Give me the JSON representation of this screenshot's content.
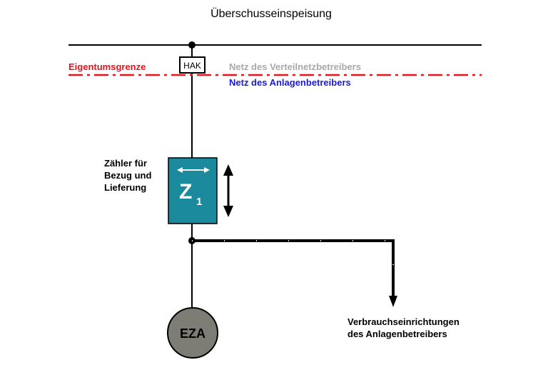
{
  "title": "Überschusseinspeisung",
  "labels": {
    "eigentumsgrenze": "Eigentumsgrenze",
    "hak": "HAK",
    "netz_vnb": "Netz des Verteilnetzbetreibers",
    "netz_ab": "Netz des Anlagenbetreibers",
    "zaehler_line1": "Zähler für",
    "zaehler_line2": "Bezug und",
    "zaehler_line3": "Lieferung",
    "meter_letter": "Z",
    "meter_sub": "1",
    "eza": "EZA",
    "verbrauch_line1": "Verbrauchseinrichtungen",
    "verbrauch_line2": "des Anlagenbetreibers"
  },
  "colors": {
    "grenze_red": "#e8141c",
    "vnb_gray": "#a8a8a8",
    "ab_blue": "#1a1adc",
    "meter_fill": "#1b8a9c",
    "eza_fill": "#7d7d75"
  }
}
